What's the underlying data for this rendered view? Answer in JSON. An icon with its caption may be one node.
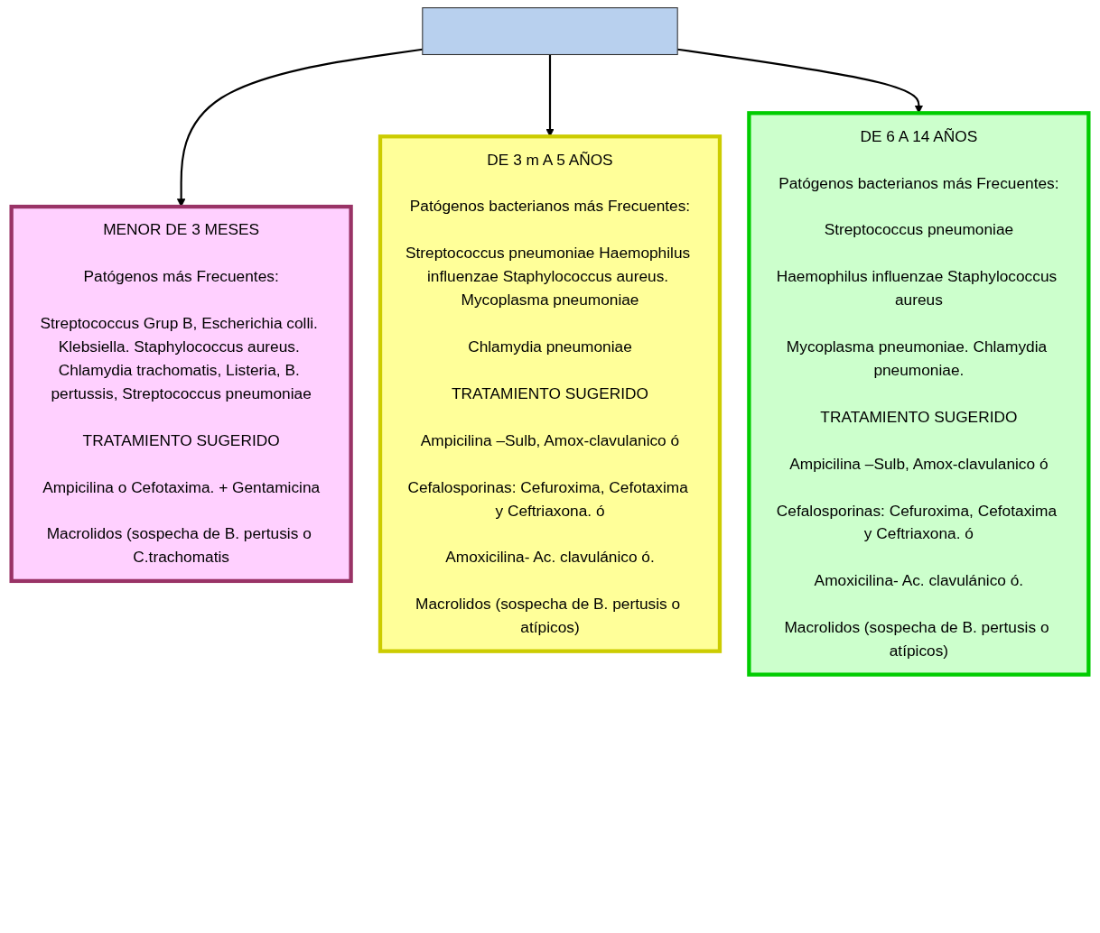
{
  "diagram": {
    "nodes": [
      {
        "text": [],
        "shape": "bar"
      },
      {
        "text": [
          "MENOR DE 3 MESES",
          "Patógenos más Frecuentes:",
          "Streptococcus Grup B, Escherichia colli. Klebsiella. Staphylococcus aureus. Chlamydia trachomatis, Listeria, B. pertussis, Streptococcus pneumoniae",
          "TRATAMIENTO SUGERIDO",
          "Ampicilina o Cefotaxima. + Gentamicina",
          "Macrolidos (sospecha de B. pertusis o C.trachomatis"
        ]
      },
      {
        "text": [
          "DE 3 m A 5 AÑOS",
          "Patógenos bacterianos más Frecuentes:",
          "Streptococcus pneumoniae Haemophilus influenzae Staphylococcus aureus. Mycoplasma pneumoniae",
          "Chlamydia pneumoniae",
          "TRATAMIENTO SUGERIDO",
          "Ampicilina –Sulb, Amox-clavulanico ó",
          "Cefalosporinas: Cefuroxima, Cefotaxima y Ceftriaxona. ó",
          "Amoxicilina- Ac. clavulánico ó.",
          "Macrolidos (sospecha de B. pertusis o atípicos)"
        ]
      },
      {
        "text": [
          "DE 6 A 14 AÑOS",
          "Patógenos bacterianos más Frecuentes:",
          "Streptococcus pneumoniae",
          "Haemophilus influenzae Staphylococcus aureus",
          "Mycoplasma pneumoniae. Chlamydia pneumoniae.",
          "TRATAMIENTO SUGERIDO",
          "Ampicilina –Sulb, Amox-clavulanico ó",
          "Cefalosporinas: Cefuroxima, Cefotaxima y Ceftriaxona. ó",
          "Amoxicilina- Ac. clavulánico ó.",
          "Macrolidos (sospecha de B. pertusis o atípicos)"
        ]
      }
    ],
    "edges": [
      {
        "from": 0,
        "to": 1,
        "arrow": "to"
      },
      {
        "from": 0,
        "to": 2,
        "arrow": "to"
      },
      {
        "from": 0,
        "to": 3,
        "arrow": "to"
      }
    ]
  }
}
